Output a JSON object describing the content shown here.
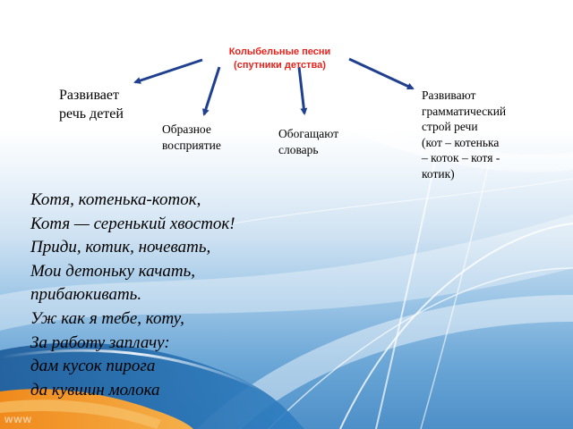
{
  "title": {
    "line1": "Колыбельные песни",
    "line2": "(спутники детства)"
  },
  "branches": [
    {
      "id": "speech",
      "lines": [
        "Развивает",
        "речь детей"
      ]
    },
    {
      "id": "image",
      "lines": [
        "Образное",
        "восприятие"
      ]
    },
    {
      "id": "vocab",
      "lines": [
        "Обогащают",
        "словарь"
      ]
    },
    {
      "id": "grammar",
      "lines": [
        "Развивают",
        "грамматический",
        "строй речи",
        "(кот – котенька",
        "– коток – котя -",
        "котик)"
      ]
    }
  ],
  "poem": [
    "Котя, котенька-коток,",
    "Котя — серенький хвосток!",
    "Приди, котик, ночевать,",
    "Мои детоньку качать,",
    "прибаюкивать.",
    "Уж как я тебе, коту,",
    "За работу заплачу:",
    "дам кусок пирога",
    "да кувшин молока"
  ],
  "watermark": "www",
  "colors": {
    "title": "#e8211b",
    "arrow": "#1f3f8f",
    "background_top": "#ffffff",
    "background_bottom": "#4d8fc8"
  }
}
